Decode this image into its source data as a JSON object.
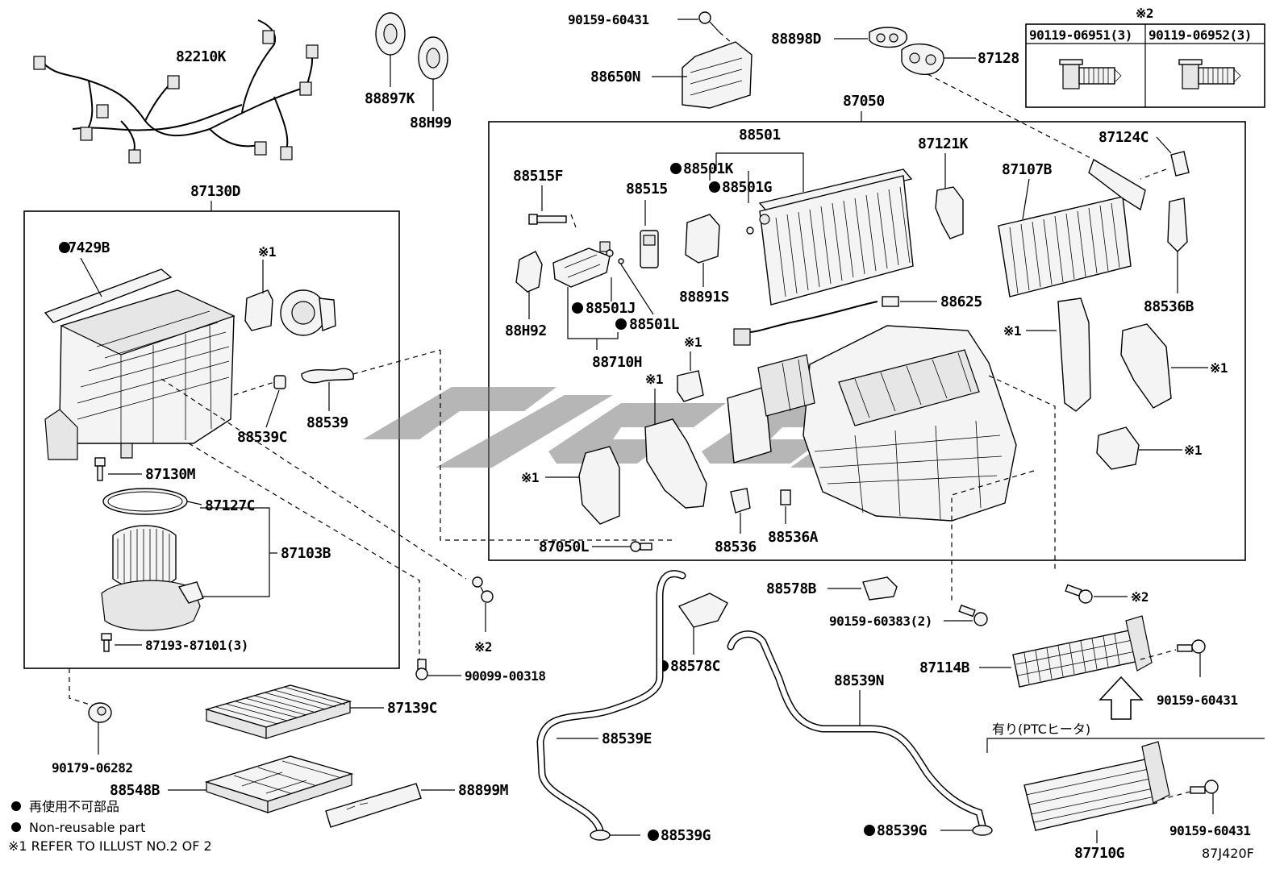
{
  "diagram": {
    "code": "87J420F",
    "footnote_mark": "※1",
    "footnote_mark_2": "※2",
    "legend": {
      "jp": "再使用不可部品",
      "en": "Non-reusable part",
      "ref": "※1 REFER TO ILLUST NO.2 OF 2"
    },
    "ptc_heater_label": "有り(PTCヒータ)",
    "bolt_table": {
      "title": "※2",
      "col1": "90119-06951(3)",
      "col2": "90119-06952(3)"
    },
    "parts": {
      "p82210K": "82210K",
      "p88897K": "88897K",
      "p88H99": "88H99",
      "p90159_60431_top": "90159-60431",
      "p88650N": "88650N",
      "p88898D": "88898D",
      "p87128": "87128",
      "p87050": "87050",
      "p87130D": "87130D",
      "p87429B": "87429B",
      "p88539C": "88539C",
      "p88539": "88539",
      "p87130M": "87130M",
      "p87127C": "87127C",
      "p87103B": "87103B",
      "p87193": "87193-87101(3)",
      "p88501": "88501",
      "p88501K": "88501K",
      "p88501G": "88501G",
      "p87121K": "87121K",
      "p87107B": "87107B",
      "p87124C": "87124C",
      "p88515F": "88515F",
      "p88515": "88515",
      "p88891S": "88891S",
      "p88H92": "88H92",
      "p88501J": "88501J",
      "p88501L": "88501L",
      "p88710H": "88710H",
      "p88625": "88625",
      "p88536B": "88536B",
      "p87050L": "87050L",
      "p88536": "88536",
      "p88536A": "88536A",
      "p88578B": "88578B",
      "p90159_60383": "90159-60383(2)",
      "p88578C": "88578C",
      "p88539N": "88539N",
      "p87114B": "87114B",
      "p90159_60431_a": "90159-60431",
      "p90159_60431_b": "90159-60431",
      "p87710G": "87710G",
      "p88539E": "88539E",
      "p88539G_a": "88539G",
      "p88539G_b": "88539G",
      "p90099": "90099-00318",
      "p87139C": "87139C",
      "p88548B": "88548B",
      "p88899M": "88899M",
      "p90179": "90179-06282"
    }
  }
}
